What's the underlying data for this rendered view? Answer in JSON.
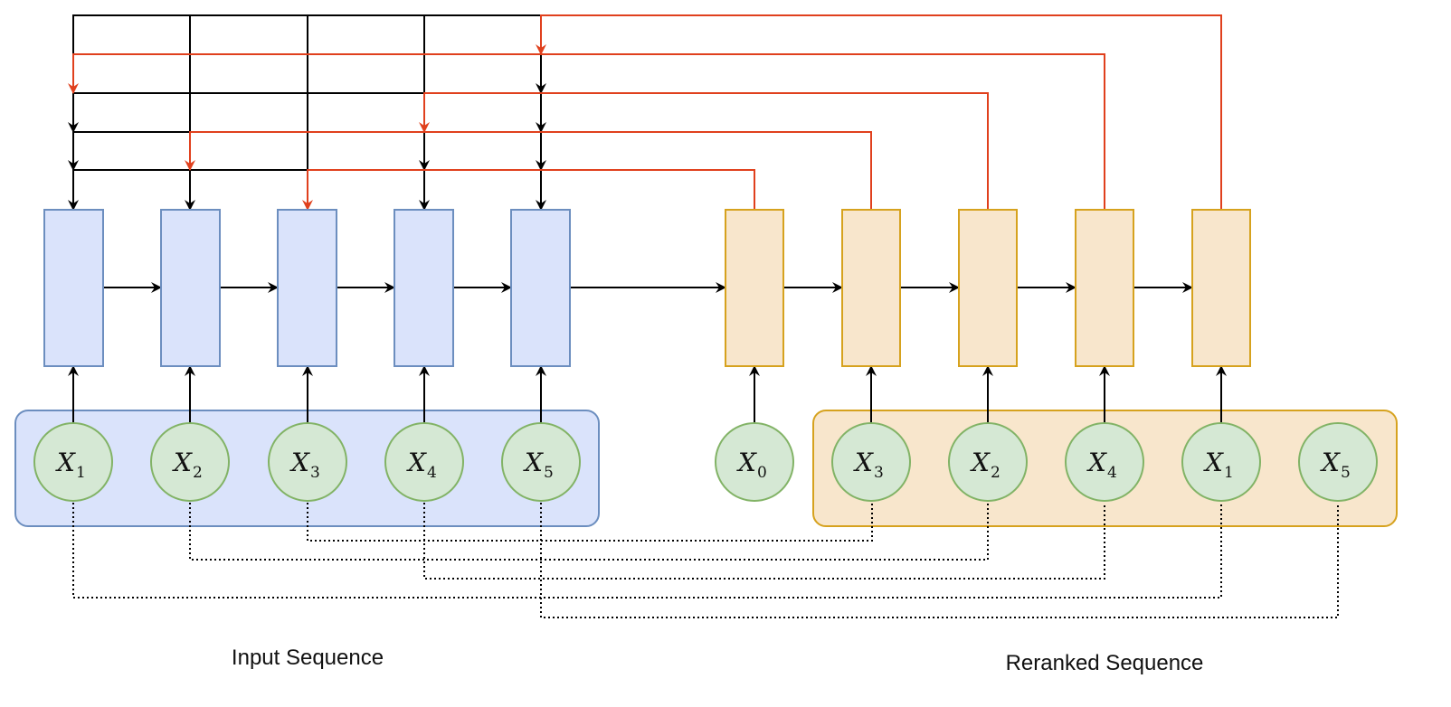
{
  "colors": {
    "encoder_fill": "#dae3fb",
    "encoder_stroke": "#6c8ebf",
    "decoder_fill": "#f8e6cc",
    "decoder_stroke": "#d6a21e",
    "node_fill": "#d5e8d4",
    "node_stroke": "#82b366",
    "arrow_black": "#000000",
    "arrow_red": "#e0401d"
  },
  "input_nodes": [
    {
      "var": "X",
      "sub": "1"
    },
    {
      "var": "X",
      "sub": "2"
    },
    {
      "var": "X",
      "sub": "3"
    },
    {
      "var": "X",
      "sub": "4"
    },
    {
      "var": "X",
      "sub": "5"
    }
  ],
  "start_node": {
    "var": "X",
    "sub": "0"
  },
  "reranked_nodes": [
    {
      "var": "X",
      "sub": "3"
    },
    {
      "var": "X",
      "sub": "2"
    },
    {
      "var": "X",
      "sub": "4"
    },
    {
      "var": "X",
      "sub": "1"
    },
    {
      "var": "X",
      "sub": "5"
    }
  ],
  "captions": {
    "input": "Input Sequence",
    "reranked": "Reranked Sequence"
  }
}
